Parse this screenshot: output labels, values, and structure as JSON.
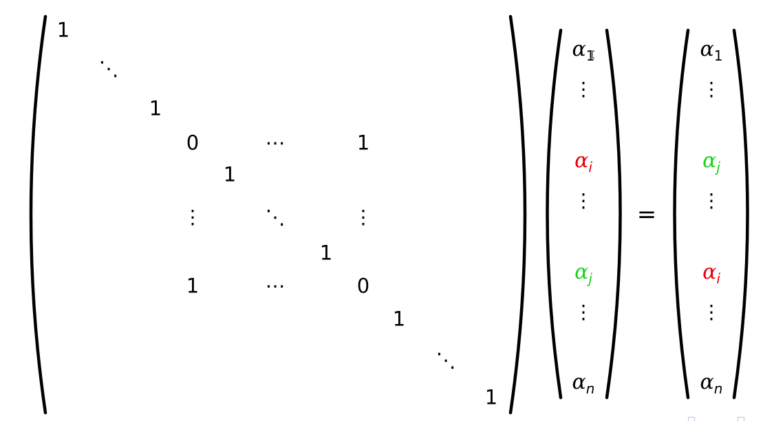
{
  "matrix": {
    "diag_one": "1",
    "zero": "0",
    "hdots": "⋯",
    "vdots": "⋮",
    "ddots": "⋱"
  },
  "vector_left": {
    "alpha": "α",
    "sub_1": "1",
    "sub_i": "i",
    "sub_j": "j",
    "sub_n": "n",
    "vdots": "⋮",
    "highlight_i_color": "#e8000b",
    "highlight_j_color": "#1fd21f"
  },
  "vector_right": {
    "alpha": "α",
    "sub_1": "1",
    "sub_i": "i",
    "sub_j": "j",
    "sub_n": "n",
    "vdots": "⋮"
  },
  "equals_sign": "=",
  "icons": [
    "text-cursor-icon",
    "nav-prev-icon",
    "nav-next-icon"
  ]
}
